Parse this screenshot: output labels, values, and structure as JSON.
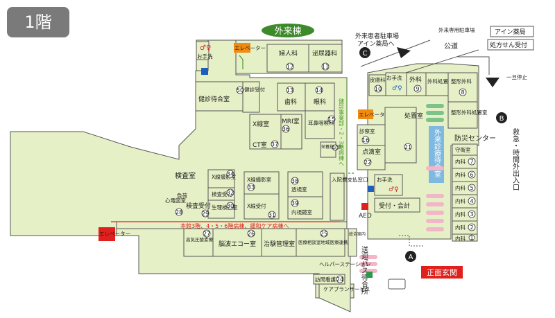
{
  "floor_label": "1階",
  "building_label": "外来棟",
  "parking": {
    "outpatient_lot_arrow": "外来患者駐車場",
    "ain_pharmacy_arrow": "アイン薬局へ",
    "outpatient_only_lot": "外来専用駐車場",
    "ain_pharmacy_box": "アイン薬局",
    "prescription_box": "処方せん受付",
    "public_road": "公道",
    "stop_sign": "一旦停止",
    "marker_c": "C",
    "marker_b": "B",
    "marker_a": "A"
  },
  "emergency": {
    "disaster_center": "防災センター",
    "after_hours_entrance": "救急・時間外出入口"
  },
  "main_entrance": "正面玄関",
  "bus_stop": "送迎バス待合所",
  "aed": "AED",
  "route_upper": "健診事業部・2・3階病棟へ",
  "route_lower": "本館3階、4・5・6階病棟、緩和ケア病棟へ",
  "outpatient_waiting": "外来診療待合室",
  "rooms": {
    "restroom_tl": "お手洗",
    "elevator_top": "エレベーター",
    "urology": "泌尿器科",
    "urology_no": "11",
    "gynecology": "婦人科",
    "gynecology_no": "12",
    "health_reception": "健診受付",
    "health_reception_no": "50",
    "health_waiting": "健診待合室",
    "dentistry": "歯科",
    "dentistry_no": "13",
    "ophthalmology": "眼科",
    "ophthalmology_no": "14",
    "ent": "耳鼻咽喉科",
    "ent_no": "15",
    "xray_room": "X線室",
    "mri": "MRI室",
    "mri_no": "36",
    "ct": "CT室",
    "ct_no": "37",
    "nutrition": "栄養指導室",
    "nutrition_no": "40",
    "inpatient_payment": "入院費支払窓口",
    "lab_room": "検査室",
    "xray_imaging_34": "X線撮影室",
    "xray_imaging_34_no": "34",
    "lab_reception_32": "検査受付",
    "lab_reception_32_no": "32",
    "physiology": "生理検査室",
    "physiology_no": "30",
    "lab_reception_29": "検査受付",
    "lab_reception_29_no": "29",
    "ecg": "心電図室",
    "ecg_no": "",
    "stress": "負荷",
    "stress_no": "28",
    "xray_imaging_33": "X線撮影室",
    "xray_imaging_33_no": "33",
    "fluoro": "透視室",
    "fluoro_no": "38",
    "xray_reception": "X線受付",
    "xray_reception_no": "31",
    "endoscopy": "内視鏡室",
    "endoscopy_no": "39",
    "dermatology": "皮膚科",
    "dermatology_no": "10",
    "restroom_tr": "お手洗",
    "surgery": "外科",
    "surgery_no": "9",
    "surgery_treatment": "外科処置室",
    "orthopedics": "整形外科",
    "orthopedics_no": "8",
    "ortho_treatment": "整形外科処置室",
    "elevator_mid": "エレベーター",
    "clinic_16": "診察室",
    "clinic_16_no": "16",
    "treatment_room": "処置室",
    "treatment_no": "21",
    "iv_room": "点滴室",
    "iv_no": "22",
    "restroom_mid": "お手洗",
    "reception_billing": "受付・会計",
    "guard_room": "守衛室",
    "im7": "内科",
    "im7_no": "7",
    "im6": "内科",
    "im6_no": "6",
    "im5": "内科",
    "im5_no": "5",
    "im4": "内科",
    "im4_no": "4",
    "im3": "内科",
    "im3_no": "3",
    "im2": "内科",
    "im2_no": "2",
    "im1": "内科",
    "im1_no": "1",
    "elevator_bl": "エレベーター",
    "hq_dialysis": "高気圧酸素療法室",
    "hq_no": "27",
    "eeg": "脳波エコー室",
    "eeg_no": "26",
    "treatment_mgmt": "治験管理室",
    "consult_center": "医療相談室地域医療連携室",
    "consult_no": "25",
    "helper_station": "ヘルパーステーション",
    "visit_nursing": "訪問看護",
    "visit_nursing_no": "24",
    "care_plan": "ケアプランサービス",
    "general_info": "総合案内"
  },
  "colors": {
    "room_fill": "#e6f0c6",
    "green_route": "#4a9a2a",
    "red_route": "#e0201c",
    "elevator_orange": "#f08a10",
    "elevator_red": "#e0201c",
    "waiting_blue": "#7fb8e0",
    "bench_pink": "#f2b6c8",
    "bench_green": "#7cc28a"
  }
}
